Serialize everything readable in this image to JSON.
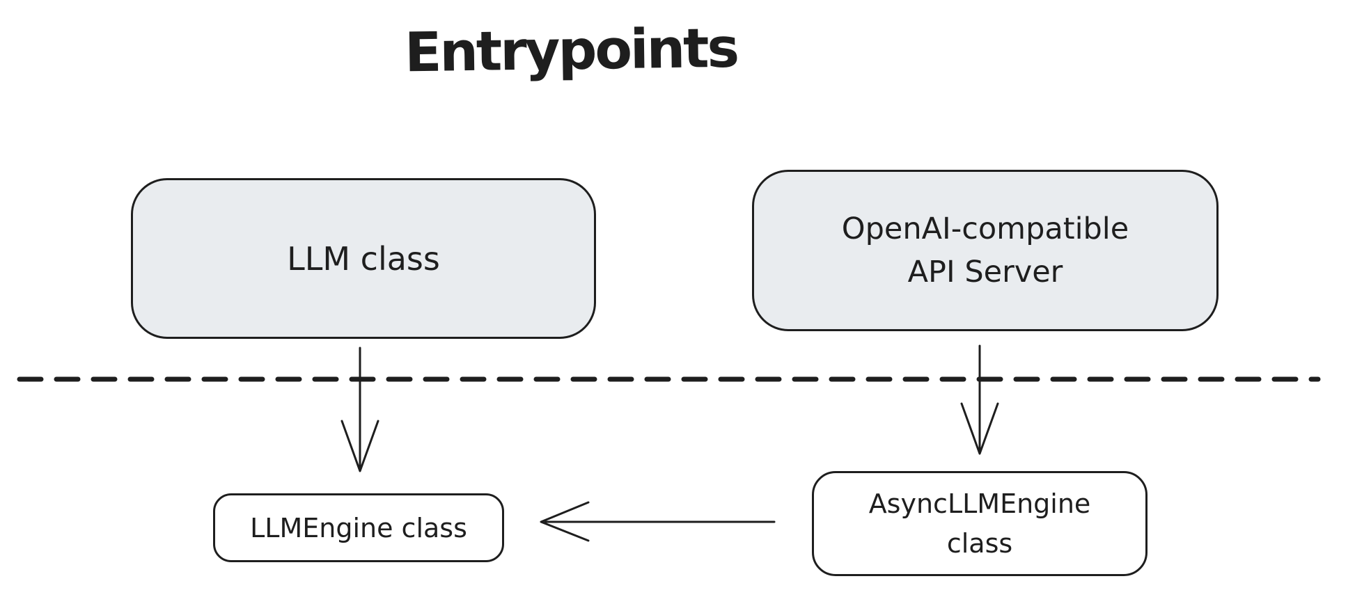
{
  "title": "Entrypoints",
  "nodes": [
    {
      "id": "llm-class",
      "label": "LLM class",
      "fill": "#e9ecef"
    },
    {
      "id": "openai-api-server",
      "label": "OpenAI-compatible API Server",
      "line1": "OpenAI-compatible",
      "line2": "API Server",
      "fill": "#e9ecef"
    },
    {
      "id": "llmengine-class",
      "label": "LLMEngine class",
      "fill": "#ffffff"
    },
    {
      "id": "asyncllmengine-class",
      "label": "AsyncLLMEngine class",
      "line1": "AsyncLLMEngine",
      "line2": "class",
      "fill": "#ffffff"
    }
  ],
  "edges": [
    {
      "from": "llm-class",
      "to": "llmengine-class",
      "style": "open-arrow",
      "direction": "down"
    },
    {
      "from": "openai-api-server",
      "to": "asyncllmengine-class",
      "style": "open-arrow",
      "direction": "down"
    },
    {
      "from": "asyncllmengine-class",
      "to": "llmengine-class",
      "style": "open-arrow",
      "direction": "left"
    }
  ],
  "divider": {
    "style": "dashed",
    "orientation": "horizontal"
  },
  "colors": {
    "background": "#ffffff",
    "stroke": "#1e1e1e",
    "node_fill_gray": "#e9ecef",
    "node_fill_white": "#ffffff"
  }
}
